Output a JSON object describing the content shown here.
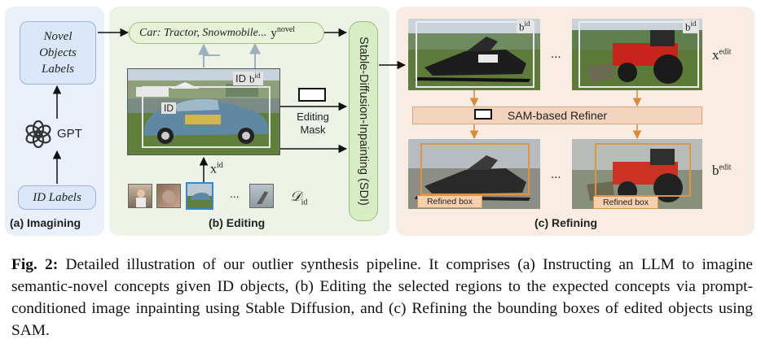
{
  "panel_a": {
    "title": "(a) Imagining",
    "novel_box": "Novel Objects Labels",
    "gpt_label": "GPT",
    "id_box": "ID Labels"
  },
  "panel_b": {
    "title": "(b) Editing",
    "prompt": "Car: Tractor, Snowmobile...",
    "y_novel_base": "y",
    "y_novel_sup": "novel",
    "id_tag": "ID",
    "bid_base": "b",
    "bid_sup": "id",
    "mask_label_1": "Editing",
    "mask_label_2": "Mask",
    "xid_base": "x",
    "xid_sup": "id",
    "ellipsis": "...",
    "dataset_base": "𝒟",
    "dataset_sub": "id"
  },
  "sdi": {
    "label": "Stable-Diffusion-Inpainting (SDI)"
  },
  "panel_c": {
    "title": "(c) Refining",
    "bid_base": "b",
    "bid_sup": "id",
    "xedit_base": "x",
    "xedit_sup": "edit",
    "bedit_base": "b",
    "bedit_sup": "edit",
    "refiner": "SAM-based Refiner",
    "refined_box_1": "Refined box",
    "refined_box_2": "Refined box",
    "ellipsis_top": "...",
    "ellipsis_bottom": "..."
  },
  "caption": {
    "fig": "Fig. 2:",
    "text": " Detailed illustration of our outlier synthesis pipeline. It comprises (a) Instructing an LLM to imagine semantic-novel concepts given ID objects, (b) Editing the selected regions to the expected concepts via prompt-conditioned image inpainting using Stable Diffusion, and (c) Refining the bounding boxes of edited objects using SAM."
  }
}
